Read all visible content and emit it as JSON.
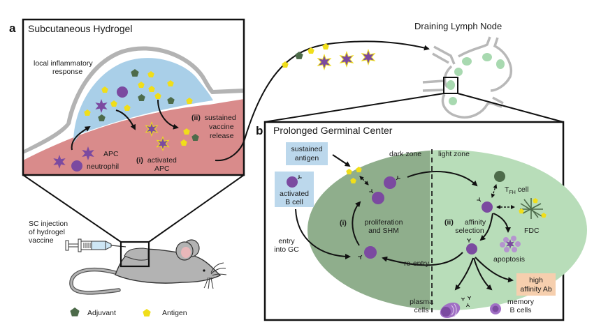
{
  "panel_a": {
    "letter": "a",
    "title": "Subcutaneous Hydrogel",
    "labels": {
      "inflammatory_1": "local inflammatory",
      "inflammatory_2": "response",
      "sustained_1_prefix": "(ii)",
      "sustained_1": "sustained",
      "sustained_2": "vaccine",
      "sustained_3": "release",
      "apc": "APC",
      "neutrophil": "neutrophil",
      "activated_prefix": "(i)",
      "activated_1": "activated",
      "activated_2": "APC"
    }
  },
  "mouse": {
    "injection_1": "SC injection",
    "injection_2": "of hydrogel",
    "injection_3": "vaccine"
  },
  "legend": {
    "items": [
      {
        "label": "Adjuvant",
        "icon": "pentagon-dark-green"
      },
      {
        "label": "Antigen",
        "icon": "pentagon-yellow"
      }
    ]
  },
  "lymph_node": {
    "title": "Draining Lymph Node"
  },
  "panel_b": {
    "letter": "b",
    "title": "Prolonged Germinal Center",
    "labels": {
      "sustained_antigen_1": "sustained",
      "sustained_antigen_2": "antigen",
      "activated_b_1": "activated",
      "activated_b_2": "B cell",
      "dark_zone": "dark zone",
      "light_zone": "light zone",
      "tfh_main": "T",
      "tfh_sub": "FH",
      "tfh_suffix": " cell",
      "fdc": "FDC",
      "prolif_prefix": "(i)",
      "prolif_1": "proliferation",
      "prolif_2": "and SHM",
      "affinity_prefix": "(ii)",
      "affinity_1": "affinity",
      "affinity_2": "selection",
      "entry_1": "entry",
      "entry_2": "into GC",
      "reentry": "re-entry",
      "apoptosis": "apoptosis",
      "high_aff_1": "high",
      "high_aff_2": "affinity Ab",
      "plasma_1": "plasma",
      "plasma_2": "cells",
      "memory_1": "memory",
      "memory_2": "B cells"
    }
  },
  "colors": {
    "skin_pink": "#d98b8b",
    "hydrogel_blue": "#a9cfe8",
    "skin_gray": "#b3b3b3",
    "cell_purple": "#7b4aa0",
    "antigen_yellow": "#f0de1a",
    "adjuvant_green": "#4d6b4a",
    "dark_zone": "#8fae8c",
    "light_zone": "#b8ddb9",
    "label_blue": "#bcd8ec",
    "label_peach": "#f6cfae",
    "apoptosis_lilac": "#b594cf"
  }
}
